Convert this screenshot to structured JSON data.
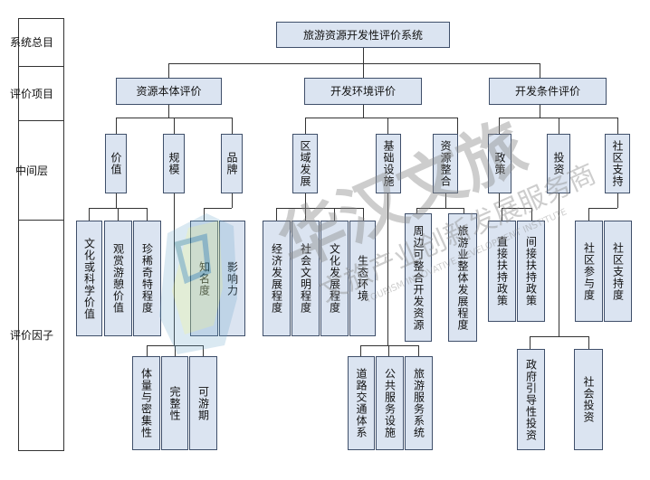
{
  "levels": [
    "系统总目",
    "评价项目",
    "中间层",
    "评价因子"
  ],
  "root": "旅游资源开发性评价系统",
  "items": [
    "资源本体评价",
    "开发环境评价",
    "开发条件评价"
  ],
  "middle": [
    "价值",
    "规模",
    "品牌",
    "区域发展",
    "基础设施",
    "资源整合",
    "政策",
    "投资",
    "社区支持"
  ],
  "factors_upper": [
    "文化或科学价值",
    "观赏游憩价值",
    "珍稀奇特程度",
    "知名度",
    "影响力",
    "经济发展程度",
    "社会文明程度",
    "文化发展程度",
    "生态环境",
    "周边可整合开发资源",
    "旅游业整体发展程度",
    "直接扶持政策",
    "间接扶持政策",
    "社区参与度",
    "社区支持度"
  ],
  "factors_lower": [
    "体量与密集性",
    "完整性",
    "可游期",
    "道路交通体系",
    "公共服务设施",
    "旅游服务系统",
    "政府引导性投资",
    "社会投资"
  ],
  "watermark": {
    "title": "华汉文旅",
    "subtitle": "文旅产业创新发展服务商",
    "english": "TOURISM INNOVATIVE DEVELOPMENT INSTITUTE"
  },
  "colors": {
    "box_fill": "#dbe4f1",
    "box_border": "#3f4f6a",
    "line": "#333333"
  }
}
